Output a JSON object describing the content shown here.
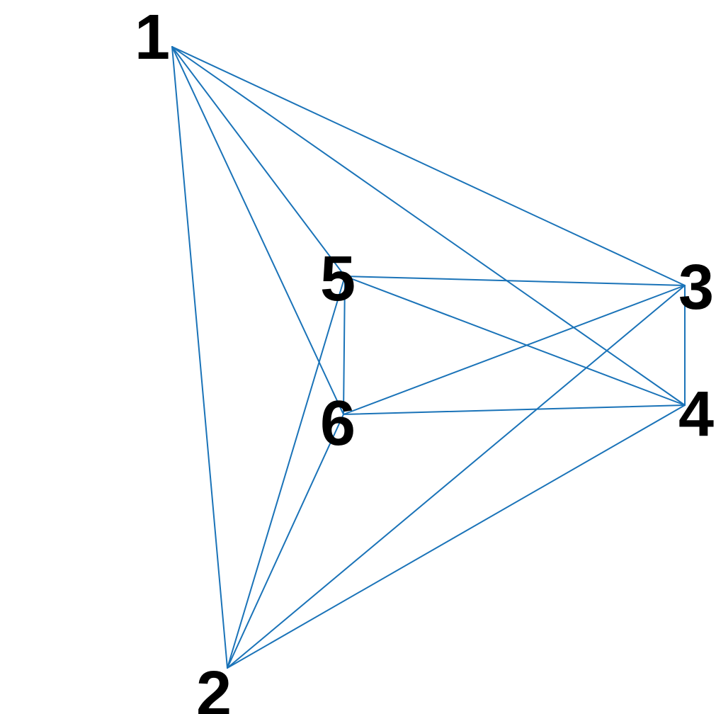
{
  "graph": {
    "edge_color": "#1a73b8",
    "label_color": "#000000",
    "background_color": "#ffffff",
    "nodes": [
      {
        "id": "1",
        "label": "1"
      },
      {
        "id": "2",
        "label": "2"
      },
      {
        "id": "3",
        "label": "3"
      },
      {
        "id": "4",
        "label": "4"
      },
      {
        "id": "5",
        "label": "5"
      },
      {
        "id": "6",
        "label": "6"
      }
    ],
    "edges": [
      [
        "1",
        "2"
      ],
      [
        "1",
        "3"
      ],
      [
        "1",
        "4"
      ],
      [
        "1",
        "5"
      ],
      [
        "1",
        "6"
      ],
      [
        "2",
        "3"
      ],
      [
        "2",
        "4"
      ],
      [
        "2",
        "5"
      ],
      [
        "2",
        "6"
      ],
      [
        "3",
        "4"
      ],
      [
        "3",
        "5"
      ],
      [
        "3",
        "6"
      ],
      [
        "4",
        "5"
      ],
      [
        "4",
        "6"
      ],
      [
        "5",
        "6"
      ]
    ]
  }
}
